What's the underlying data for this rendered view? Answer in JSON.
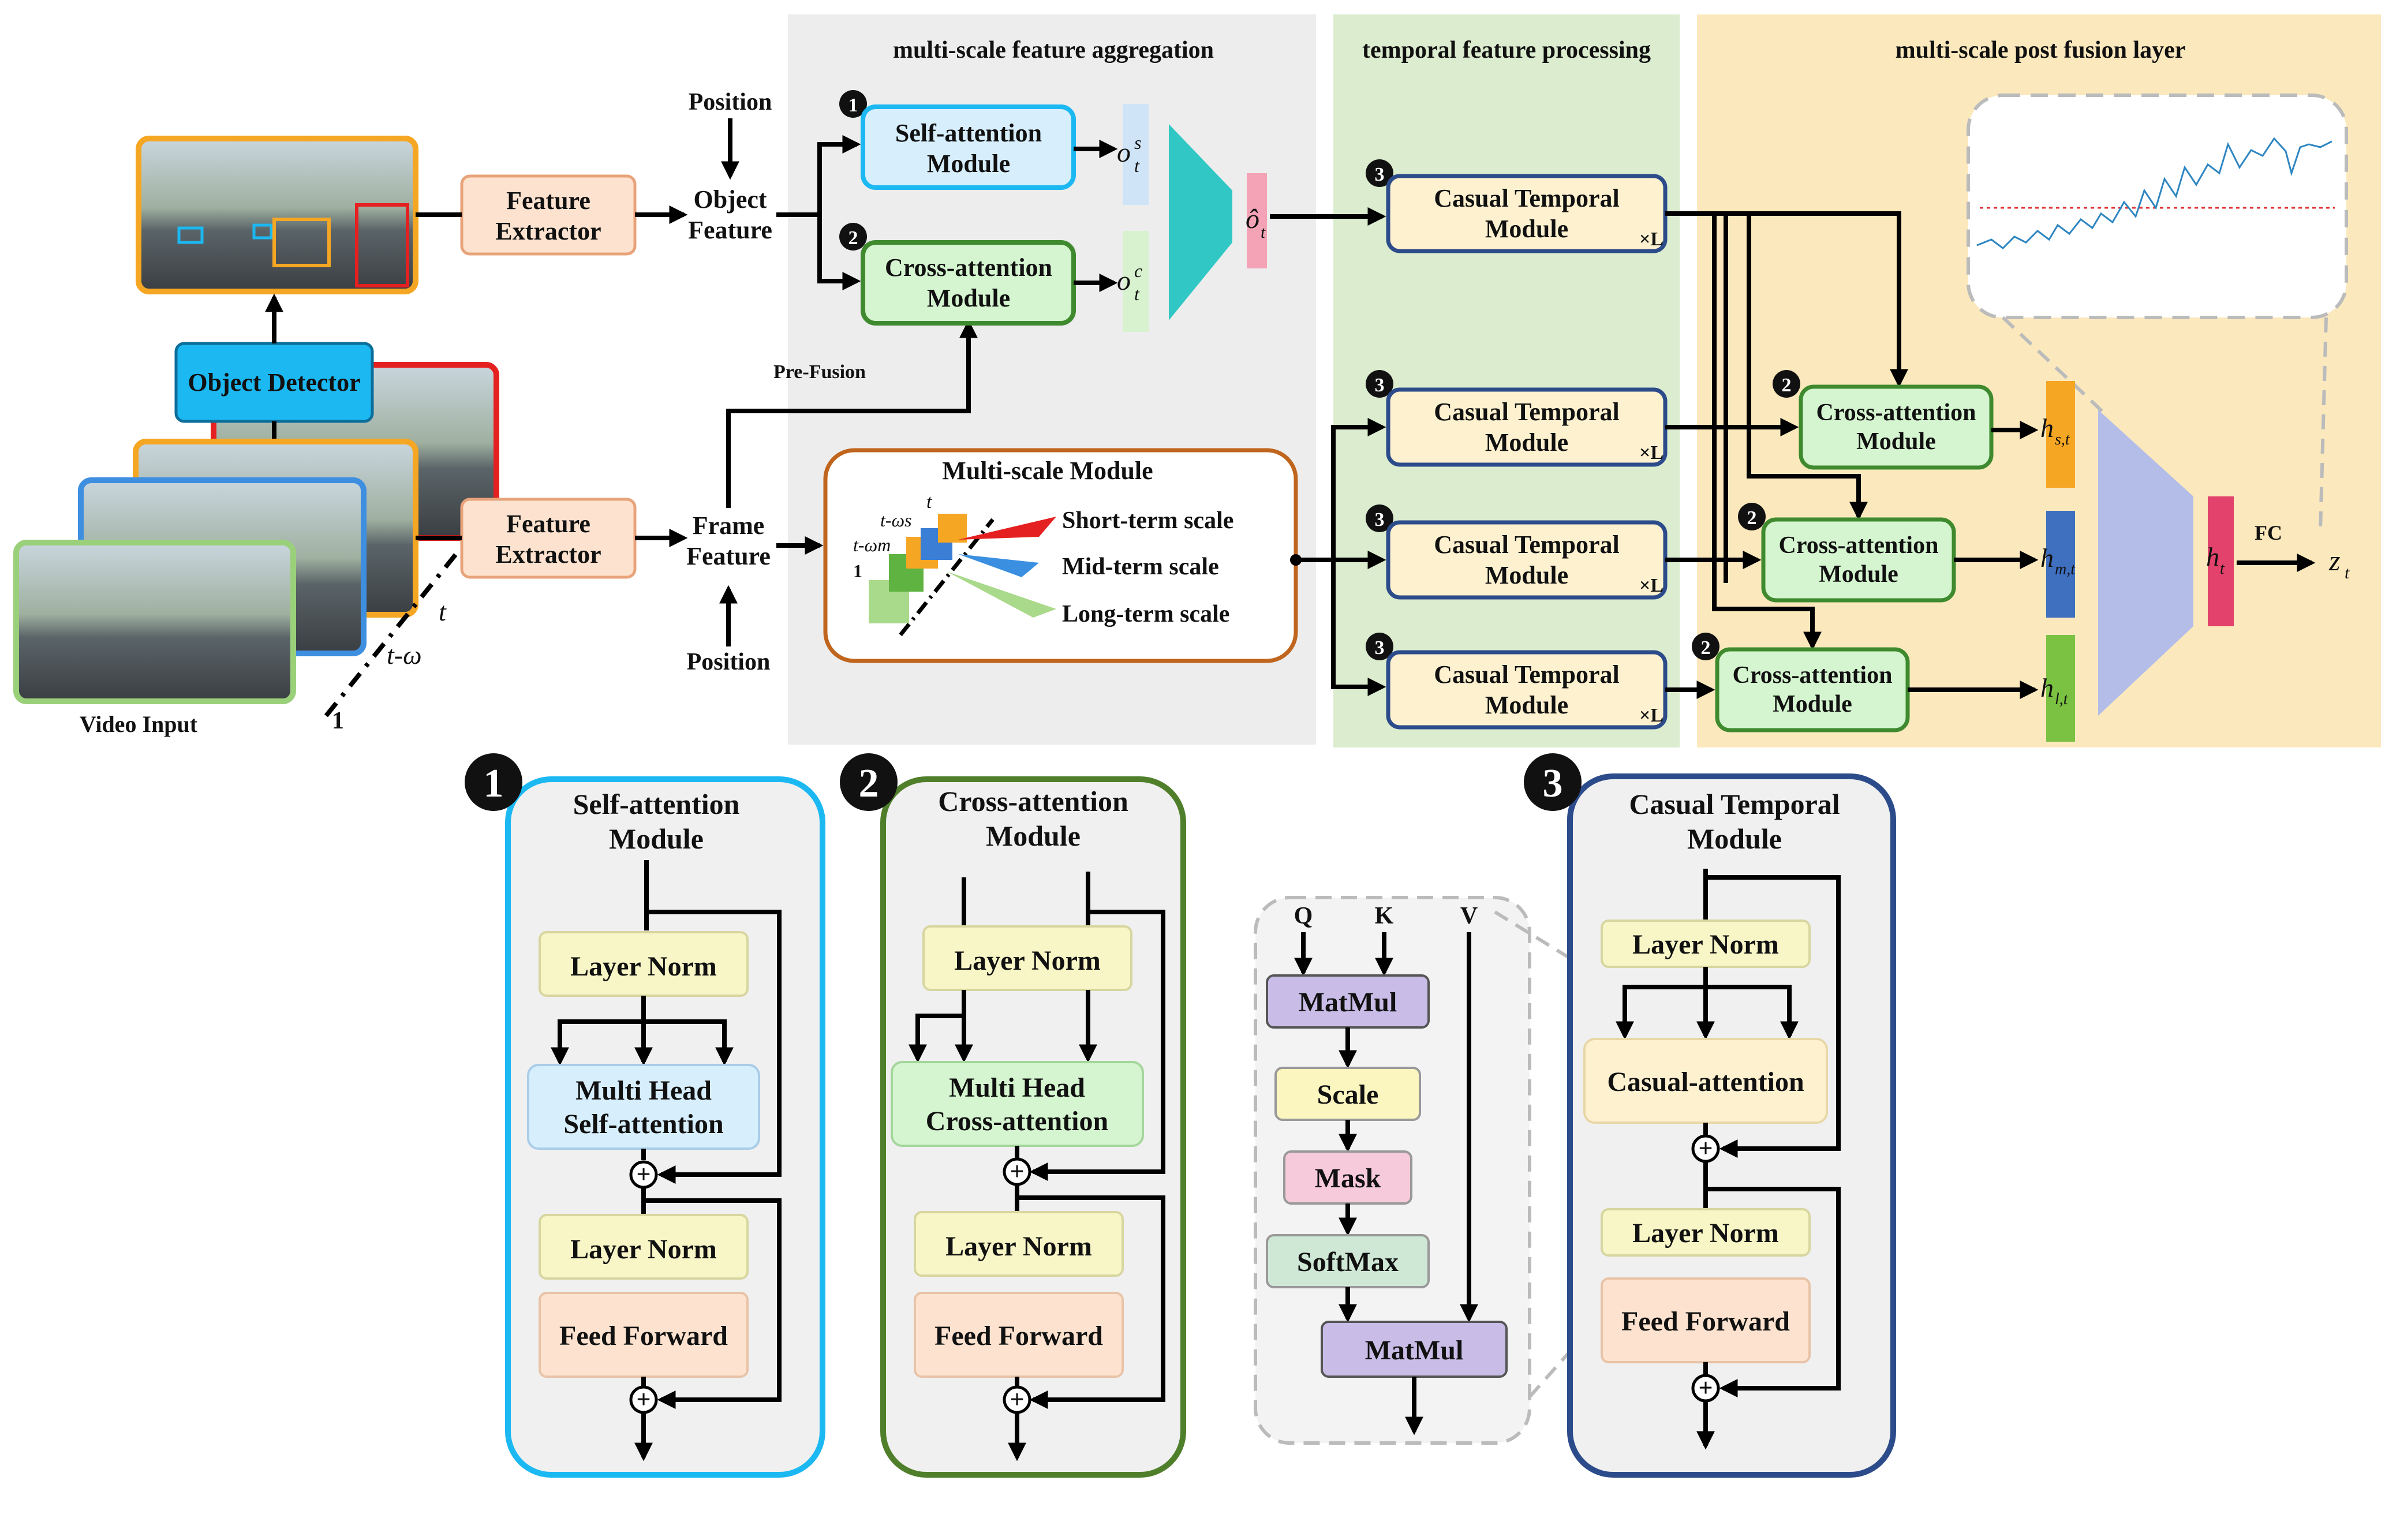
{
  "sections": {
    "aggregation": "multi-scale feature aggregation",
    "temporal": "temporal feature processing",
    "post_fusion": "multi-scale post fusion layer"
  },
  "input": {
    "video_input": "Video Input",
    "t": "t",
    "t_omega": "t-ω",
    "one": "1",
    "object_detector": "Object Detector",
    "feature_extractor": "Feature Extractor",
    "position": "Position",
    "object_feature": "Object Feature",
    "frame_feature": "Frame Feature",
    "pre_fusion": "Pre-Fusion"
  },
  "aggregation": {
    "marker_1": "1",
    "marker_2": "2",
    "self_attention_module": "Self-attention Module",
    "cross_attention_module": "Cross-attention Module",
    "o_s": "o",
    "o_s_sup": "s",
    "o_s_sub": "t",
    "o_c": "o",
    "o_c_sup": "c",
    "o_c_sub": "t",
    "o_hat": "ô",
    "o_hat_sub": "t"
  },
  "multiscale": {
    "title": "Multi-scale Module",
    "short_term": "Short-term scale",
    "mid_term": "Mid-term scale",
    "long_term": "Long-term scale",
    "lbl_t": "t",
    "lbl_tws": "t-ωs",
    "lbl_twm": "t-ωm",
    "lbl_1": "1"
  },
  "temporal": {
    "marker": "3",
    "casual_temporal_module": "Casual Temporal Module",
    "times_l": "×L"
  },
  "fusion": {
    "marker": "2",
    "cross_attention_module": "Cross-attention Module",
    "h_s": "h",
    "h_s_sub": "s,t",
    "h_m": "h",
    "h_m_sub": "m,t",
    "h_l": "h",
    "h_l_sub": "l,t",
    "h_t": "h",
    "h_t_sub": "t",
    "fc": "FC",
    "z_t": "z",
    "z_t_sub": "t"
  },
  "detail_self": {
    "marker": "1",
    "title": "Self-attention Module",
    "layer_norm_1": "Layer Norm",
    "mha": "Multi Head Self-attention",
    "layer_norm_2": "Layer Norm",
    "feed_forward": "Feed Forward"
  },
  "detail_cross": {
    "marker": "2",
    "title": "Cross-attention Module",
    "layer_norm_1": "Layer Norm",
    "mha": "Multi Head Cross-attention",
    "layer_norm_2": "Layer Norm",
    "feed_forward": "Feed Forward"
  },
  "attention_detail": {
    "q": "Q",
    "k": "K",
    "v": "V",
    "matmul_1": "MatMul",
    "scale": "Scale",
    "mask": "Mask",
    "softmax": "SoftMax",
    "matmul_2": "MatMul"
  },
  "detail_casual": {
    "marker": "3",
    "title": "Casual Temporal Module",
    "layer_norm_1": "Layer Norm",
    "casual_attention": "Casual-attention",
    "layer_norm_2": "Layer Norm",
    "feed_forward": "Feed Forward"
  },
  "colors": {
    "feature_extractor": "#fde3cf",
    "object_detector": "#1cb8f2",
    "self_attn": "#d7eefc",
    "cross_attn": "#d4f5cf",
    "casual": "#fdf1cf",
    "teal": "#30c7c4",
    "pink": "#f07a9a",
    "orange": "#f5a623",
    "blue": "#3f6fbf",
    "green": "#7cc242",
    "purple_block": "#aeb9e8"
  }
}
